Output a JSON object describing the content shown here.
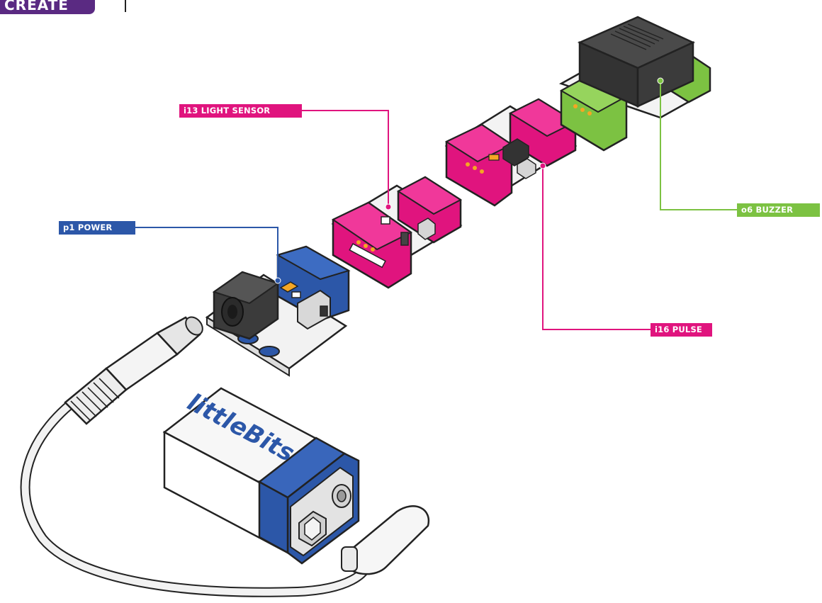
{
  "brand": {
    "text": "CREATE"
  },
  "labels": {
    "light_sensor": "i13 LIGHT SENSOR",
    "power": "p1 POWER",
    "buzzer": "o6 BUZZER",
    "pulse": "i16 PULSE"
  },
  "battery": {
    "brand_text": "littleBits"
  },
  "colors": {
    "power": "#2c57a8",
    "input": "#e0147e",
    "output": "#7cc242",
    "brand": "#5a2a82",
    "outline": "#222222"
  }
}
